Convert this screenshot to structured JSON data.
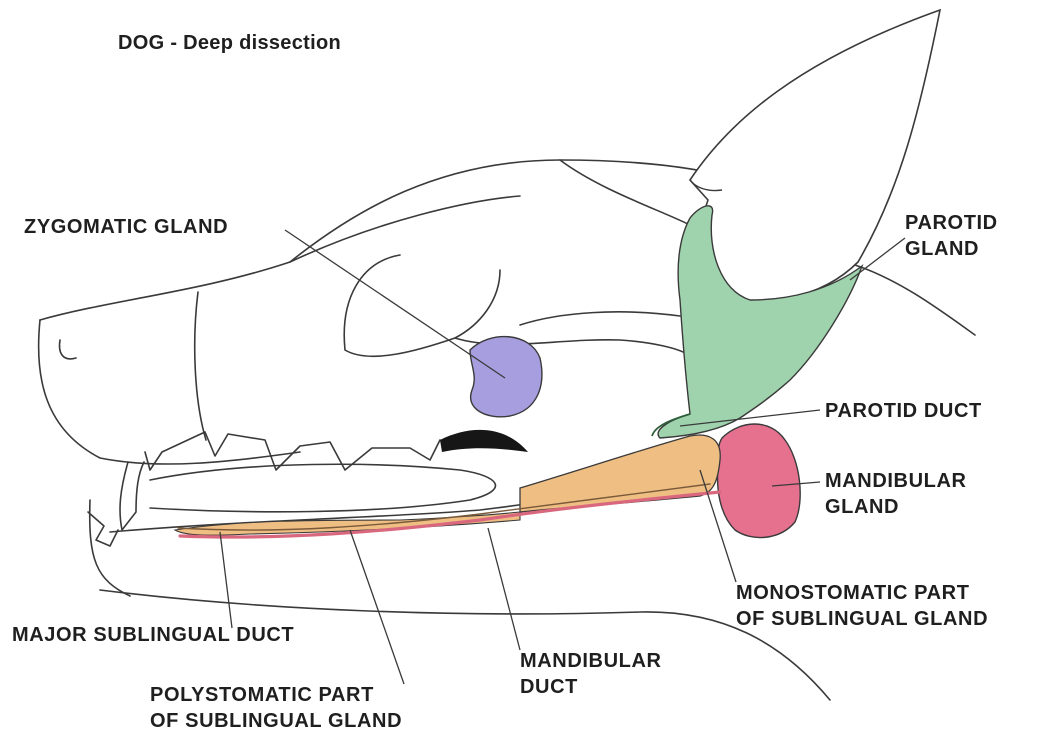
{
  "title": "DOG - Deep dissection",
  "labels": {
    "zygomatic_gland": "ZYGOMATIC GLAND",
    "parotid_gland": "PAROTID\nGLAND",
    "parotid_duct": "PAROTID DUCT",
    "mandibular_gland": "MANDIBULAR\nGLAND",
    "monostomatic_part": "MONOSTOMATIC PART\nOF SUBLINGUAL GLAND",
    "mandibular_duct": "MANDIBULAR\nDUCT",
    "polystomatic_part": "POLYSTOMATIC PART\nOF SUBLINGUAL GLAND",
    "major_sublingual_duct": "MAJOR SUBLINGUAL DUCT"
  },
  "colors": {
    "zygomatic_gland": "#a79ee0",
    "parotid_gland": "#9fd3ad",
    "mandibular_gland": "#e5718f",
    "sublingual_gland": "#efbe83",
    "mandibular_duct": "#d9687e",
    "outline": "#3a3a3a"
  }
}
